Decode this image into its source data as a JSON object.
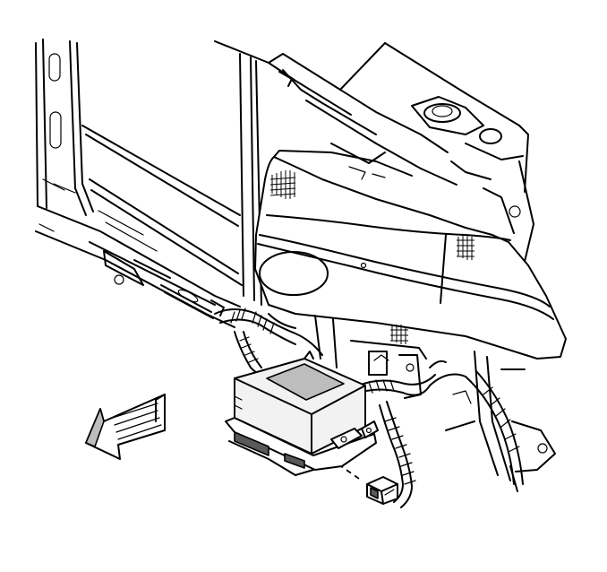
{
  "diagram": {
    "description_text": "",
    "colors": {
      "line": "#000000",
      "background": "#ffffff",
      "shade_light": "#d9d9d9",
      "shade_dark": "#595959"
    },
    "parts": [
      {
        "id": "radiator-support",
        "icon": "frame-outline"
      },
      {
        "id": "headlamp-assembly",
        "icon": "headlamp"
      },
      {
        "id": "control-module",
        "icon": "module-box"
      },
      {
        "id": "electrical-connector",
        "icon": "connector"
      },
      {
        "id": "wiring-harness",
        "icon": "harness"
      },
      {
        "id": "direction-arrow",
        "icon": "arrow-forward"
      }
    ]
  }
}
